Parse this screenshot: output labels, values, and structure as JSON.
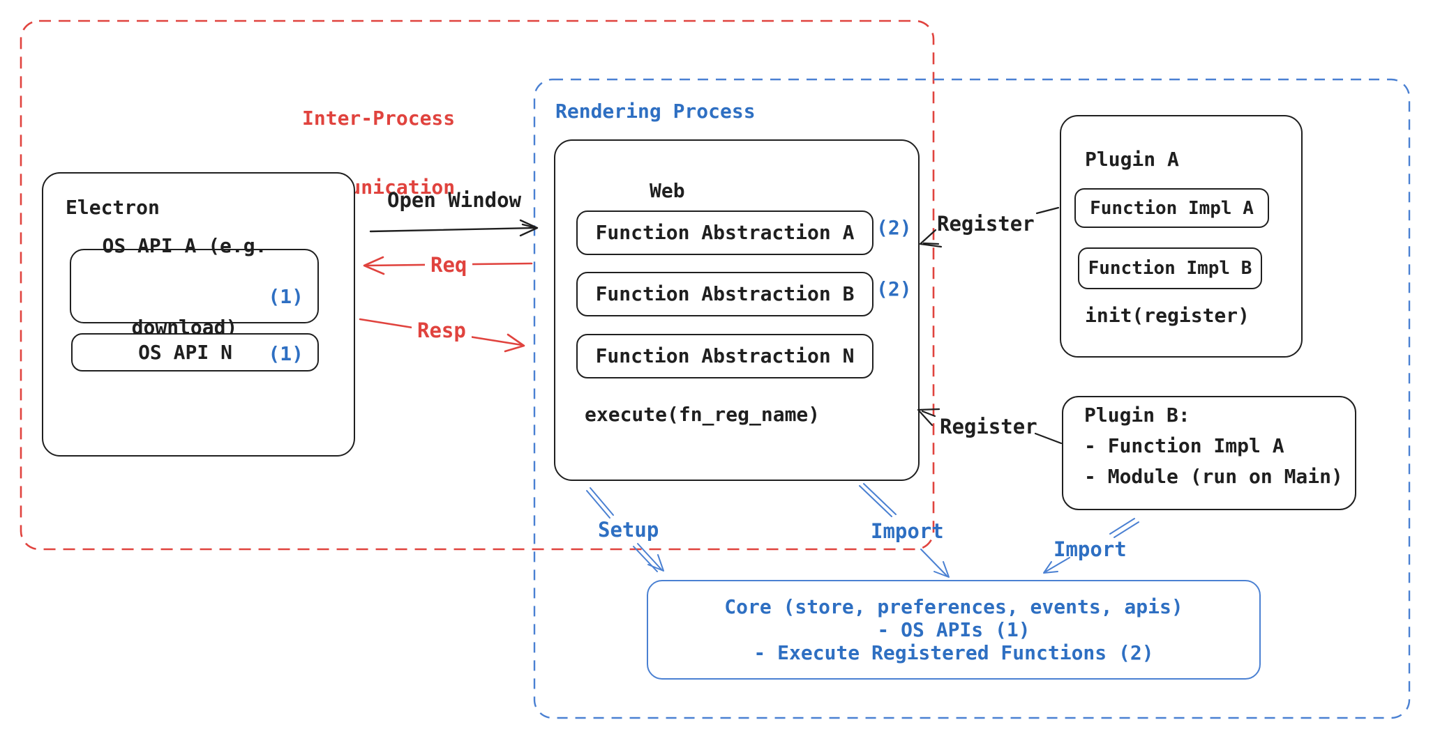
{
  "regions": {
    "ipc": {
      "label_line1": "Inter-Process",
      "label_line2": "Communication"
    },
    "rendering": {
      "label": "Rendering Process"
    }
  },
  "electron": {
    "title": "Electron",
    "os_api_a_line1": "OS API A (e.g.",
    "os_api_a_line2": "download)",
    "os_api_a_badge": "(1)",
    "os_api_n_label": "OS API N",
    "os_api_n_badge": "(1)"
  },
  "web": {
    "title": "Web",
    "fa_a_label": "Function Abstraction A",
    "fa_a_badge": "(2)",
    "fa_b_label": "Function Abstraction B",
    "fa_b_badge": "(2)",
    "fa_n_label": "Function Abstraction N",
    "execute_label": "execute(fn_reg_name)"
  },
  "plugin_a": {
    "title": "Plugin A",
    "impl_a": "Function Impl A",
    "impl_b": "Function Impl B",
    "init_label": "init(register)"
  },
  "plugin_b": {
    "title": "Plugin B:",
    "item_1": "- Function Impl A",
    "item_2": "- Module (run on Main)"
  },
  "core": {
    "line1": "Core (store, preferences, events, apis)",
    "line2": "- OS APIs (1)",
    "line3": "- Execute Registered Functions (2)"
  },
  "arrow_labels": {
    "open_window": "Open Window",
    "req": "Req",
    "resp": "Resp",
    "register_plugin_a": "Register",
    "register_plugin_b": "Register",
    "setup": "Setup",
    "import_web": "Import",
    "import_plugin_b": "Import"
  },
  "colors": {
    "red": "#e0433e",
    "blue_text": "#2e6fc2",
    "blue_stroke": "#4a80d2",
    "ink": "#1f1f1f",
    "background": "#ffffff"
  }
}
